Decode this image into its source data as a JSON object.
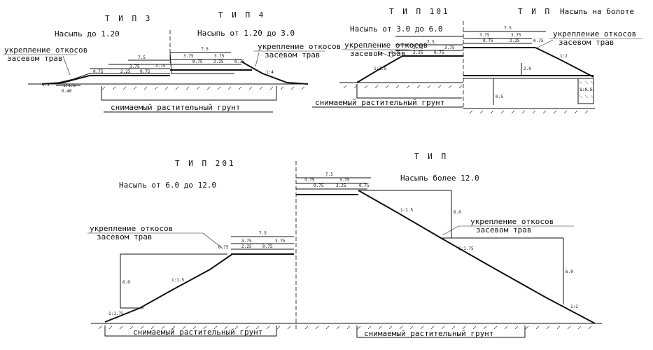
{
  "sections": {
    "type3": {
      "title": "Т И П 3",
      "subtitle": "Насыпь до 1.20"
    },
    "type4": {
      "title": "Т И П 4",
      "subtitle": "Насыпь от 1.20 до 3.0"
    },
    "type101": {
      "title": "Т И П 101",
      "subtitle": "Насыпь от 3.0 до 6.0"
    },
    "typeBog": {
      "title": "Т И П",
      "subtitle": "Насыпь на болоте"
    },
    "type201": {
      "title": "Т И П 201",
      "subtitle": "Насыпь от 6.0 до 12.0"
    },
    "typeHigh": {
      "title": "Т И П",
      "subtitle": "Насыпь более 12.0"
    }
  },
  "labels": {
    "slope_reinforcement_line1": "укрепление откосов",
    "slope_reinforcement_line2": "засевом трав",
    "removed_soil": "снимаемый растительный грунт"
  },
  "dims": {
    "total_width": "7.5",
    "lane": "3.75",
    "shoulder": "0.75",
    "median": "2.25",
    "slope_1_4": "1:4",
    "slope_1_1_5": "1:1.5",
    "slope_1_1_75": "1:1.75",
    "slope_1_2": "1:2",
    "slope_1_1_5_alt": "1:1.5",
    "height_6": "6.0",
    "bog_height": "2.0",
    "bog_depth": "1:0.5",
    "depth": "0.5",
    "ditch": "1:1.5",
    "ditch_small": "0.30",
    "ditch_small2": "0.40"
  }
}
